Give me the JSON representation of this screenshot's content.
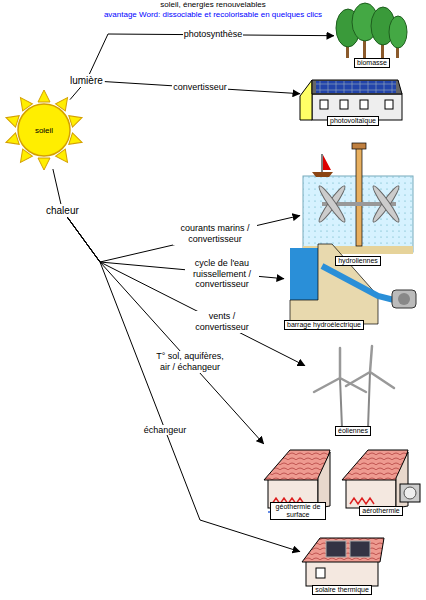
{
  "diagram": {
    "title": "soleil, énergies renouvelables",
    "nodes": [
      {
        "text": [
          "soleil"
        ]
      },
      {
        "text": [
          "lumière"
        ]
      },
      {
        "text": [
          "chaleur"
        ]
      },
      {
        "text": [
          "biomasse"
        ]
      },
      {
        "text": [
          "photovoltaïque"
        ]
      },
      {
        "text": [
          "hydroliennes"
        ]
      },
      {
        "text": [
          "barrage hydroélectrique"
        ]
      },
      {
        "text": [
          "éoliennes"
        ]
      },
      {
        "text": [
          "géothermie de surface"
        ]
      },
      {
        "text": [
          "aérothermie"
        ]
      },
      {
        "text": [
          "solaire thermique"
        ]
      }
    ],
    "edges": [
      {
        "from": 0,
        "to": 1,
        "arrow": "none"
      },
      {
        "from": 1,
        "to": 3,
        "label": "photosynthèse",
        "arrow": "to"
      },
      {
        "from": 1,
        "to": 4,
        "label": "convertisseur",
        "arrow": "to"
      },
      {
        "from": 0,
        "to": 2,
        "arrow": "none"
      },
      {
        "from": 2,
        "to": 5,
        "label": "courants marins / convertisseur",
        "arrow": "to"
      },
      {
        "from": 2,
        "to": 6,
        "label": "cycle de l'eau ruissellement / convertisseur",
        "arrow": "to"
      },
      {
        "from": 2,
        "to": 7,
        "label": "vents / convertisseur",
        "arrow": "to"
      },
      {
        "from": 2,
        "to": 8,
        "label": "T° sol, aquifères, air / échangeur",
        "arrow": "to"
      },
      {
        "from": 2,
        "to": 10,
        "label": "échangeur",
        "arrow": "to"
      }
    ],
    "labels": [
      "avantage Word: dissociable et recolorisable en quelques clics"
    ]
  }
}
